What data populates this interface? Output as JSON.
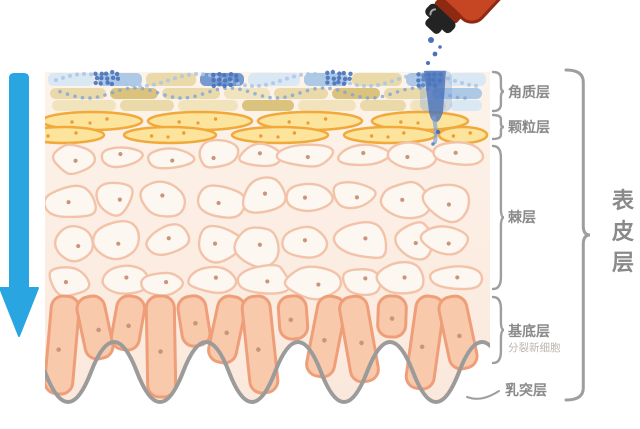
{
  "diagram": {
    "labels": {
      "stratum_corneum": "角质层",
      "stratum_granulosum": "颗粒层",
      "stratum_spinosum": "棘层",
      "stratum_basale": "基底层",
      "stratum_basale_note": "分裂新细胞",
      "papillary": "乳突层",
      "epidermis": "表皮层"
    },
    "colors": {
      "arrow": "#29a5e2",
      "bottle-body": "#c64522",
      "bottle-dark": "#8e2a12",
      "bottle-cap": "#232323",
      "serum": "#4a72ba",
      "serum-light": "#7fa4d6",
      "skin-bg": "#fcf3ea",
      "skin-bg2": "#fbe8dc",
      "granular-fill": "#fce49c",
      "granular-stroke": "#f2a93b",
      "granular-dot": "#ef9a33",
      "spinous-fill": "#fdf7f1",
      "spinous-stroke": "#f2c3a9",
      "basal-fill": "#f9c9ab",
      "basal-stroke": "#ee9e78",
      "nucleus": "#c9967c",
      "wave": "#9b9b9b",
      "bracket": "#9e9e9e",
      "label": "#8a8a8a",
      "label-sub": "#bdb5ae",
      "corneum-blue-light": "#d8e7f4",
      "corneum-blue": "#a9c6e6",
      "corneum-blue-deep": "#6f94cf",
      "corneum-tan": "#e9d8a6",
      "corneum-khaki": "#d9c077",
      "corneum-tan-light": "#f0e3bb"
    }
  }
}
